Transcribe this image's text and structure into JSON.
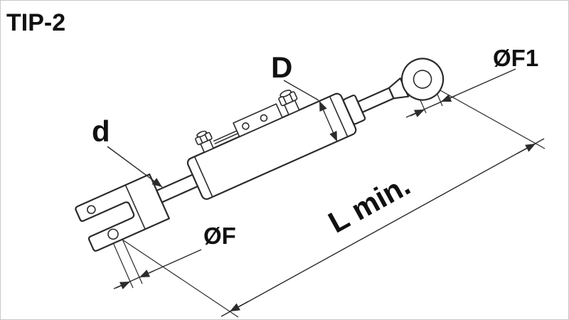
{
  "title": "TIP-2",
  "dimensions": {
    "cylinder_diameter": "D",
    "rod_clevis_diameter": "d",
    "clevis_pin_diameter": "ØF",
    "eye_hole_diameter": "ØF1",
    "min_length": "L min."
  },
  "colors": {
    "line": "#2b2b2b",
    "background": "#ffffff",
    "border": "#c9c9c9"
  }
}
